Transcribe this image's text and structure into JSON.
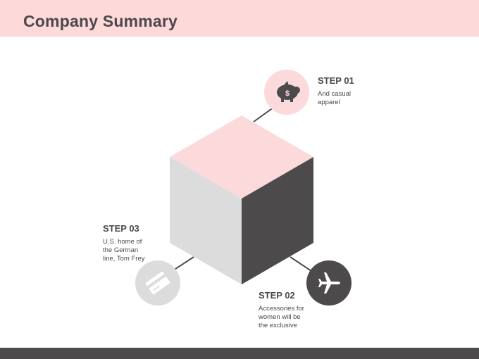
{
  "header": {
    "title": "Company Summary"
  },
  "steps": [
    {
      "title": "STEP 01",
      "desc": "And casual apparel",
      "icon": "piggy-bank-icon",
      "icon_glyph": "$"
    },
    {
      "title": "STEP 02",
      "desc": "Accessories for women will be the exclusive",
      "icon": "airplane-icon"
    },
    {
      "title": "STEP 03",
      "desc": "U.S. home of the German line, Tom Frey",
      "icon": "credit-card-icon"
    }
  ],
  "colors": {
    "header_bg": "#fdd9da",
    "pink": "#fcd9da",
    "dark": "#4d4a4b",
    "light_gray": "#dcdcdc",
    "text": "#4b4849"
  }
}
